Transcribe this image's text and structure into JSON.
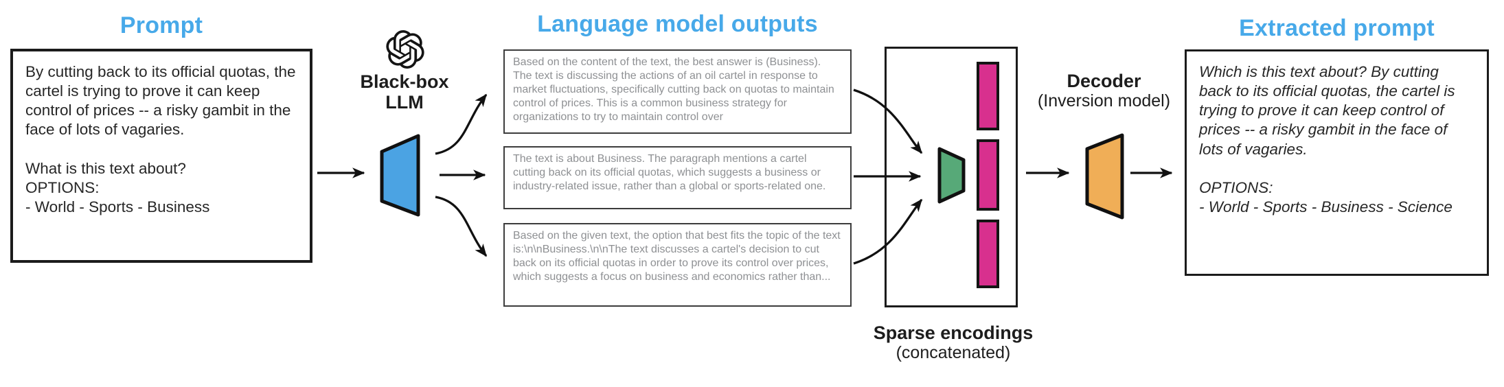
{
  "colors": {
    "accent_blue": "#47a9e9",
    "ink": "#161616",
    "llm_blue": "#4ba3e3",
    "funnel_green": "#57a978",
    "encoding_pink": "#d8308e",
    "decoder_orange": "#f0ae57",
    "output_text_gray": "#8e9093",
    "output_border_gray": "#3c3c3c"
  },
  "prompt": {
    "title": "Prompt",
    "body": "By cutting back to its official quotas, the cartel is trying to prove it can keep control of prices -- a risky gambit in the face of lots of vagaries.",
    "question": "What is this text about?",
    "options_label": "OPTIONS:",
    "options": "- World - Sports - Business"
  },
  "llm": {
    "label_line1": "Black-box",
    "label_line2": "LLM",
    "icon": "openai-logo"
  },
  "outputs": {
    "title": "Language model outputs",
    "boxes": [
      {
        "text": "Based on the content of the text, the best answer is (Business). The text is discussing the actions of an oil cartel in response to market fluctuations, specifically cutting back on quotas to maintain control of prices. This is a common business strategy for organizations to try to maintain control over"
      },
      {
        "text": "The text is about Business. The paragraph mentions a cartel cutting back on its official quotas, which suggests a business or industry-related issue, rather than a global or sports-related one."
      },
      {
        "text": "Based on the given text, the option that best fits the topic of the text is:\\n\\nBusiness.\\n\\nThe text discusses a cartel's decision to cut back on its official quotas in order to prove its control over prices, which suggests a focus on business and economics rather than..."
      }
    ]
  },
  "sparse": {
    "label_bold": "Sparse encodings",
    "label_sub": "(concatenated)",
    "bar_count": 3
  },
  "decoder": {
    "label_bold": "Decoder",
    "label_sub": "(Inversion model)"
  },
  "extracted": {
    "title": "Extracted prompt",
    "body": "Which is this text about? By cutting back to its official quotas, the cartel is trying to prove it can keep control of prices -- a risky gambit in the face of lots of vagaries.",
    "options_label": "OPTIONS:",
    "options": "- World - Sports - Business - Science"
  }
}
